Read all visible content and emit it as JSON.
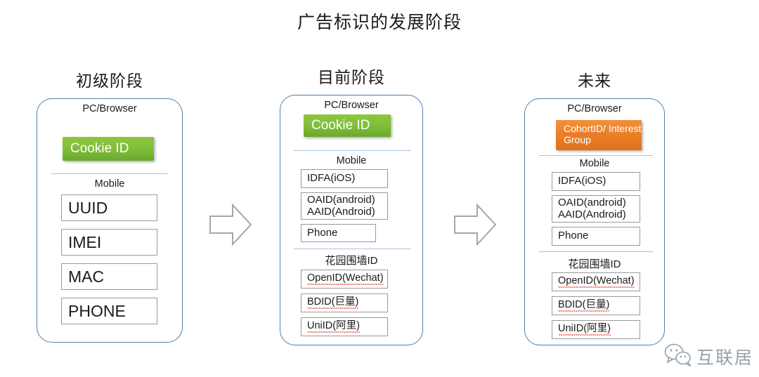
{
  "title": "广告标识的发展阶段",
  "columns": [
    {
      "heading": "初级阶段",
      "sections": [
        {
          "label": "PC/Browser",
          "items": [
            {
              "text": "Cookie ID",
              "style": "green-chip"
            }
          ]
        },
        {
          "label": "Mobile",
          "items": [
            {
              "text": "UUID"
            },
            {
              "text": "IMEI"
            },
            {
              "text": "MAC"
            },
            {
              "text": "PHONE"
            }
          ]
        }
      ]
    },
    {
      "heading": "目前阶段",
      "sections": [
        {
          "label": "PC/Browser",
          "items": [
            {
              "text": "Cookie ID",
              "style": "green-chip"
            }
          ]
        },
        {
          "label": "Mobile",
          "items": [
            {
              "text": "IDFA(iOS)"
            },
            {
              "line1": "OAID(android)",
              "line2": "AAID(Android)"
            },
            {
              "text": "Phone"
            }
          ]
        },
        {
          "label": "花园围墙ID",
          "items": [
            {
              "text": "OpenID(Wechat)"
            },
            {
              "text": "BDID(巨量)"
            },
            {
              "text": "UniID(阿里)"
            }
          ]
        }
      ]
    },
    {
      "heading": "未来",
      "sections": [
        {
          "label": "PC/Browser",
          "items": [
            {
              "line1": "CohortID/",
              "line2": "Interest Group",
              "style": "orange-chip"
            }
          ]
        },
        {
          "label": "Mobile",
          "items": [
            {
              "text": "IDFA(iOS)"
            },
            {
              "line1": "OAID(android)",
              "line2": "AAID(Android)"
            },
            {
              "text": "Phone"
            }
          ]
        },
        {
          "label": "花园围墙ID",
          "items": [
            {
              "text": "OpenID(Wechat)"
            },
            {
              "text": "BDID(巨量)"
            },
            {
              "text": "UniID(阿里)"
            }
          ]
        }
      ]
    }
  ],
  "arrows": [
    {
      "name": "arrow-stage1-to-stage2"
    },
    {
      "name": "arrow-stage2-to-stage3"
    }
  ],
  "watermark": {
    "text": "互联居",
    "icon": "wechat-logo-icon"
  },
  "colors": {
    "card_border": "#4D7FB3",
    "green_chip": "#8DC63F",
    "orange_chip": "#EC8128",
    "divider": "#A9C2DC",
    "box_border": "#9A9A9A",
    "watermark_text": "#8E9BA8"
  }
}
